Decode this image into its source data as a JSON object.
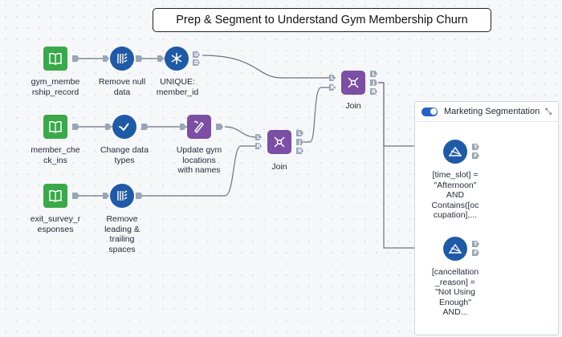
{
  "workflow": {
    "title": "Prep & Segment to Understand Gym Membership Churn"
  },
  "tools": {
    "input_membership": {
      "label": "gym_membe\nrship_record",
      "icon": "book-icon"
    },
    "remove_null": {
      "label": "Remove null\ndata",
      "icon": "data-cleansing-icon"
    },
    "unique": {
      "label": "UNIQUE:\nmember_id",
      "icon": "snowflake-icon"
    },
    "input_checkins": {
      "label": "member_che\nck_ins",
      "icon": "book-icon"
    },
    "change_types": {
      "label": "Change data\ntypes",
      "icon": "checkmark-icon"
    },
    "update_locations": {
      "label": "Update gym\nlocations\nwith names",
      "icon": "formula-icon"
    },
    "join_1": {
      "label": "Join",
      "icon": "join-icon"
    },
    "input_exit": {
      "label": "exit_survey_r\nesponses",
      "icon": "book-icon"
    },
    "remove_spaces": {
      "label": "Remove\nleading &\ntrailing\nspaces",
      "icon": "data-cleansing-icon"
    },
    "join_2": {
      "label": "Join",
      "icon": "join-icon"
    },
    "filter_1": {
      "label": "[time_slot] =\n\"Afternoon\"\nAND\nContains([oc\ncupation],...",
      "icon": "filter-icon"
    },
    "filter_2": {
      "label": "[cancellation\n_reason] =\n\"Not Using\nEnough\"\nAND...",
      "icon": "filter-icon"
    }
  },
  "anchors": {
    "unique": "U",
    "duplicate": "D",
    "join_left": "L",
    "join_right": "R",
    "join_output": "J",
    "true": "T",
    "false": "F"
  },
  "container": {
    "title": "Marketing Segmentation",
    "enabled": true,
    "collapse_icon": "⤡"
  },
  "colors": {
    "input": "#39a94a",
    "prep": "#1f5aa6",
    "join": "#7b4fa3",
    "wire": "#6b7280"
  }
}
